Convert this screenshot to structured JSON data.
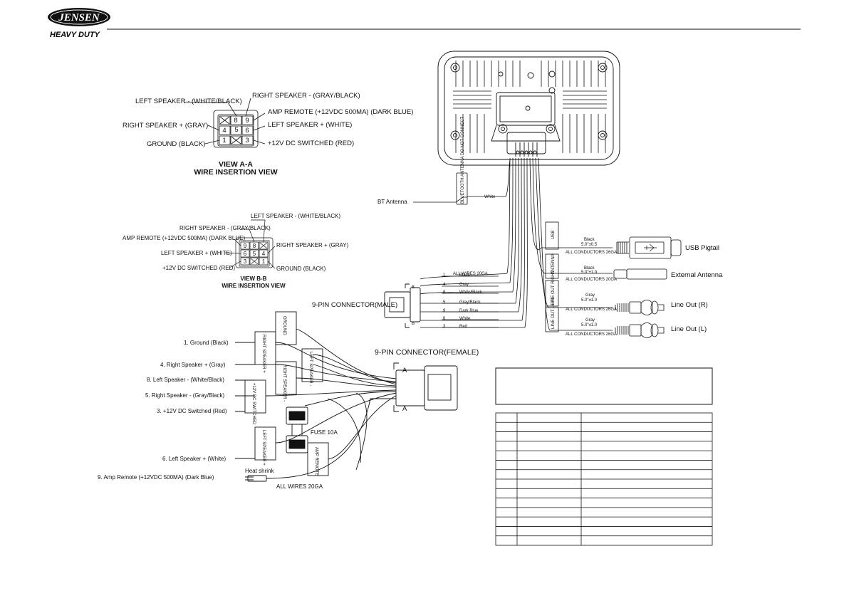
{
  "header": {
    "brand": "JENSEN",
    "sub_brand": "HEAVY DUTY"
  },
  "view_aa": {
    "title": "VIEW A-A",
    "subtitle": "WIRE INSERTION VIEW",
    "grid": [
      "8",
      "9",
      "4",
      "5",
      "6",
      "1",
      "3"
    ],
    "labels": {
      "left_spk_neg": "LEFT SPEAKER - (WHITE/BLACK)",
      "right_spk_neg": "RIGHT SPEAKER - (GRAY/BLACK)",
      "amp_remote": "AMP REMOTE (+12VDC 500MA) (DARK BLUE)",
      "right_spk_pos": "RIGHT SPEAKER + (GRAY)",
      "left_spk_pos": "LEFT SPEAKER + (WHITE)",
      "ground": "GROUND (BLACK)",
      "switched": "+12V DC SWITCHED (RED)"
    }
  },
  "view_bb": {
    "title": "VIEW B-B",
    "subtitle": "WIRE INSERTION VIEW",
    "grid": [
      "9",
      "8",
      "6",
      "5",
      "4",
      "3",
      "1"
    ],
    "labels": {
      "left_spk_neg": "LEFT SPEAKER - (WHITE/BLACK)",
      "right_spk_neg": "RIGHT SPEAKER - (GRAY/BLACK)",
      "amp_remote": "AMP REMOTE (+12VDC 500MA) (DARK BLUE)",
      "right_spk_pos": "RIGHT SPEAKER + (GRAY)",
      "left_spk_pos": "LEFT SPEAKER + (WHITE)",
      "switched": "+12V DC SWITCHED (RED)",
      "ground": "GROUND (BLACK)"
    }
  },
  "unit": {
    "bt_antenna": "BT Antenna",
    "bt_box": "BLUETOOTH ANTENNA DO NOT CONNECT",
    "bt_wire": "White",
    "all_wires": "ALL WIRES 20GA",
    "connector_male": "9-PIN CONNECTOR(MALE)",
    "arrow_b": "B",
    "pins": [
      {
        "num": "1",
        "color": "Black"
      },
      {
        "num": "4",
        "color": "Gray"
      },
      {
        "num": "8",
        "color": "White/Black"
      },
      {
        "num": "5",
        "color": "Gray/Black"
      },
      {
        "num": "9",
        "color": "Dark Blue"
      },
      {
        "num": "6",
        "color": "White"
      },
      {
        "num": "3",
        "color": "Red"
      }
    ],
    "usb": {
      "tag": "USB",
      "wire": "Black",
      "len": "5.0\"±0.5",
      "cond": "ALL CONDUCTORS 26GA",
      "label": "USB Pigtail"
    },
    "antenna": {
      "tag": "ANTENNA",
      "wire": "Black",
      "len": "5.0\"±1.0",
      "cond": "ALL CONDUCTORS 20GA",
      "label": "External Antenna"
    },
    "line_r": {
      "tag": "LINE OUT RIGHT",
      "wire": "Gray",
      "len": "5.0\"±1.0",
      "cond": "ALL CONDUCTORS 26GA",
      "label": "Line Out (R)"
    },
    "line_l": {
      "tag": "LINE OUT LEFT",
      "wire": "Gray",
      "len": "5.0\"±1.0",
      "cond": "ALL CONDUCTORS 26GA",
      "label": "Line Out  (L)"
    }
  },
  "harness": {
    "title": "9-PIN CONNECTOR(FEMALE)",
    "arrow_a": "A",
    "wires": [
      "1. Ground (Black)",
      "4. Right Speaker + (Gray)",
      "8. Left Speaker - (White/Black)",
      "5. Right Speaker - (Gray/Black)",
      "3. +12V DC Switched (Red)",
      "6. Left Speaker + (White)",
      "9. Amp Remote (+12VDC 500MA) (Dark Blue)"
    ],
    "tags": {
      "ground": "GROUND",
      "right_spk_pos": "RIGHT SPEAKER +",
      "left_spk_neg": "LEFT SPEAKER -",
      "right_spk_neg": "RIGHT SPEAKER -",
      "switched": "+12V DC SWITCHED",
      "left_spk_pos": "LEFT SPEAKER +",
      "amp_remote": "AMP REMOTE"
    },
    "fuse": "FUSE 10A",
    "heat_shrink": "Heat shrink",
    "all_wires": "ALL WIRES 20GA"
  },
  "table": {
    "rows": 13
  }
}
